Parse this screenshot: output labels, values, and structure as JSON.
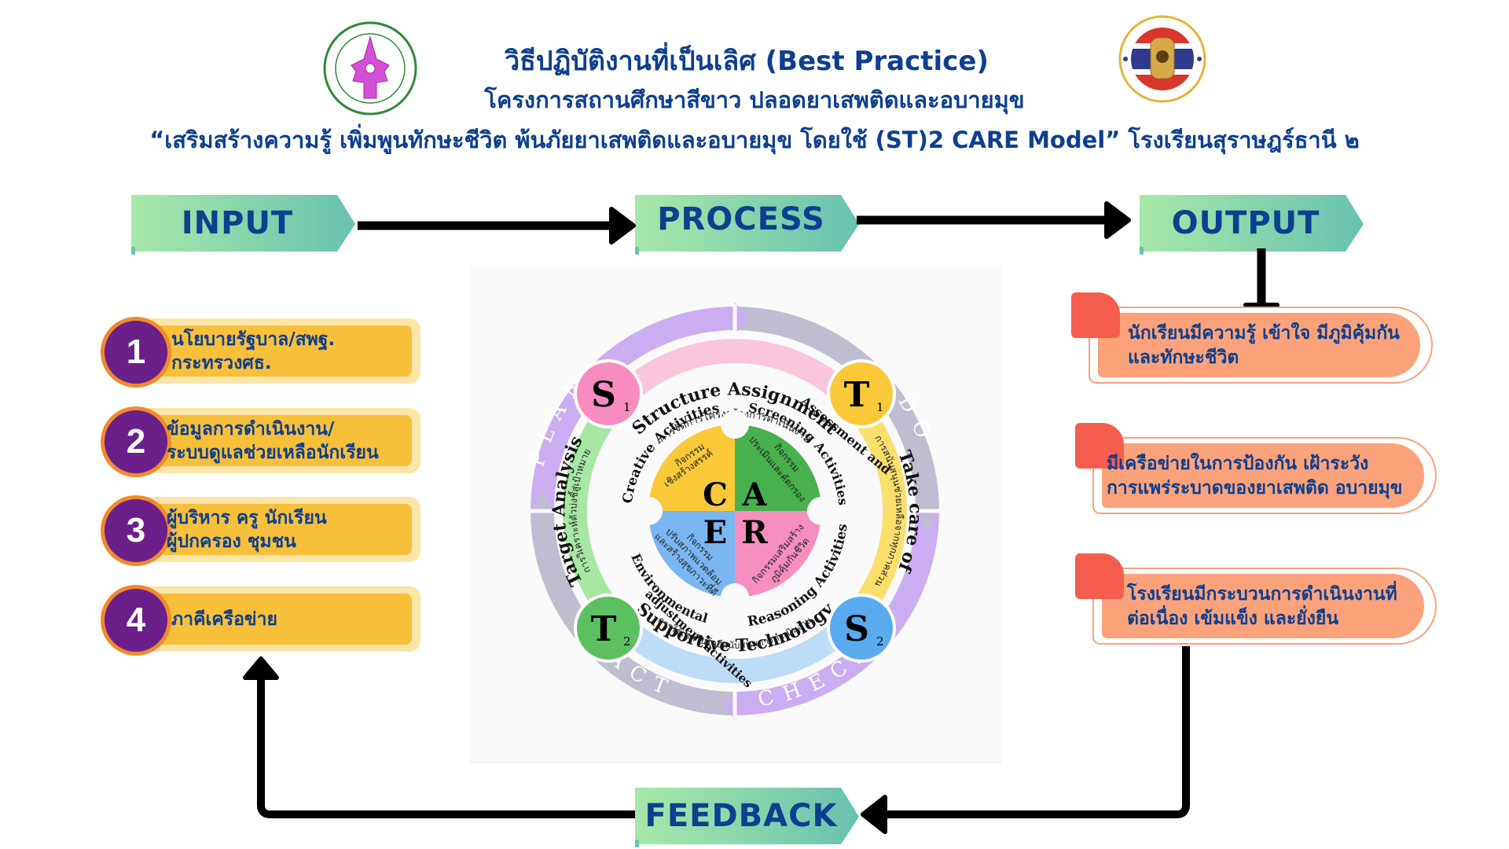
{
  "header": {
    "title": "วิธีปฏิบัติงานที่เป็นเลิศ (Best Practice)",
    "subtitle": "โครงการสถานศึกษาสีขาว ปลอดยาเสพติดและอบายมุข",
    "slogan": "“เสริมสร้างความรู้ เพิ่มพูนทักษะชีวิต พ้นภัยยาเสพติดและอบายมุข โดยใช้ (ST)2 CARE Model”  โรงเรียนสุราษฎร์ธานี ๒",
    "logo_left": "school-emblem",
    "logo_right": "white-school-project-emblem"
  },
  "flow": {
    "input_label": "INPUT",
    "process_label": "PROCESS",
    "output_label": "OUTPUT",
    "feedback_label": "FEEDBACK"
  },
  "inputs": [
    {
      "num": "1",
      "text": "นโยบายรัฐบาล/สพฐ.\nกระทรวงศธ."
    },
    {
      "num": "2",
      "text": "ข้อมูลการดำเนินงาน/\nระบบดูแลช่วยเหลือนักเรียน"
    },
    {
      "num": "3",
      "text": "ผู้บริหาร ครู นักเรียน\nผู้ปกครอง ชุมชน"
    },
    {
      "num": "4",
      "text": "ภาคีเครือข่าย"
    }
  ],
  "outputs": [
    {
      "text": "นักเรียนมีความรู้ เข้าใจ มีภูมิคุ้มกัน\nและทักษะชีวิต"
    },
    {
      "text": "มีเครือข่ายในการป้องกัน เฝ้าระวัง\nการแพร่ระบาดของยาเสพติด อบายมุข"
    },
    {
      "text": "โรงเรียนมีกระบวนการดำเนินงานที่\nต่อเนื่อง เข้มแข็ง และยั่งยืน"
    }
  ],
  "model": {
    "pdca": {
      "plan": "PLAN",
      "do": "DO",
      "check": "CHECK",
      "act": "ACT"
    },
    "nodes": {
      "s1": {
        "letter": "S",
        "sub": "1"
      },
      "t1": {
        "letter": "T",
        "sub": "1"
      },
      "s2": {
        "letter": "S",
        "sub": "2"
      },
      "t2": {
        "letter": "T",
        "sub": "2"
      }
    },
    "arcs": {
      "structure": {
        "en": "Structure Assignment",
        "th": "การจัดการโครงสร้างการดำเนินงาน"
      },
      "takecare": {
        "en": "Take care of",
        "th": "การสนับสนุนช่วยเหลือจากทุกภาคส่วน"
      },
      "supportive": {
        "en": "Supportive Technology",
        "th": "การใช้เทคโนโลยีสนับสนุนการดำเนินงาน"
      },
      "target": {
        "en": "Target Analysis",
        "th": "การวิเคราะห์ตัวบ่งชี้สู่เป้าหมาย"
      }
    },
    "care": {
      "c": {
        "letter": "C",
        "en": "Creative Activities",
        "th1": "กิจกรรม",
        "th2": "เชิงสร้างสรรค์"
      },
      "a": {
        "letter": "A",
        "en1": "Assessment and",
        "en2": "Screening Activities",
        "th1": "กิจกรรม",
        "th2": "ประเมินและคัดกรอง"
      },
      "e": {
        "letter": "E",
        "en1": "Environmental",
        "en2": "adjustment activities",
        "th1": "กิจกรรม",
        "th2": "ปรับสภาพแวดล้อม",
        "th3": "และสร้างสุขภาวะที่ดี"
      },
      "r": {
        "letter": "R",
        "en": "Reasoning Activities",
        "th1": "กิจกรรมเสริมสร้าง",
        "th2": "ภูมิคุ้มกันชีวิต"
      }
    }
  },
  "colors": {
    "text_blue": "#0d3f8f",
    "banner_from": "#a8e8a8",
    "banner_to": "#68c2b0",
    "input_fill": "#f8bf3a",
    "input_badge": "#6b1f8a",
    "input_badge_ring": "#f08a2c",
    "output_fill": "#fca27a",
    "output_tab": "#f55d4c",
    "plan_arc": "#cbaef2",
    "do_arc": "#c0bdd0",
    "care_c": "#f9c93a",
    "care_a": "#48b04c",
    "care_e": "#7ab6f2",
    "care_r": "#f78ec0"
  }
}
